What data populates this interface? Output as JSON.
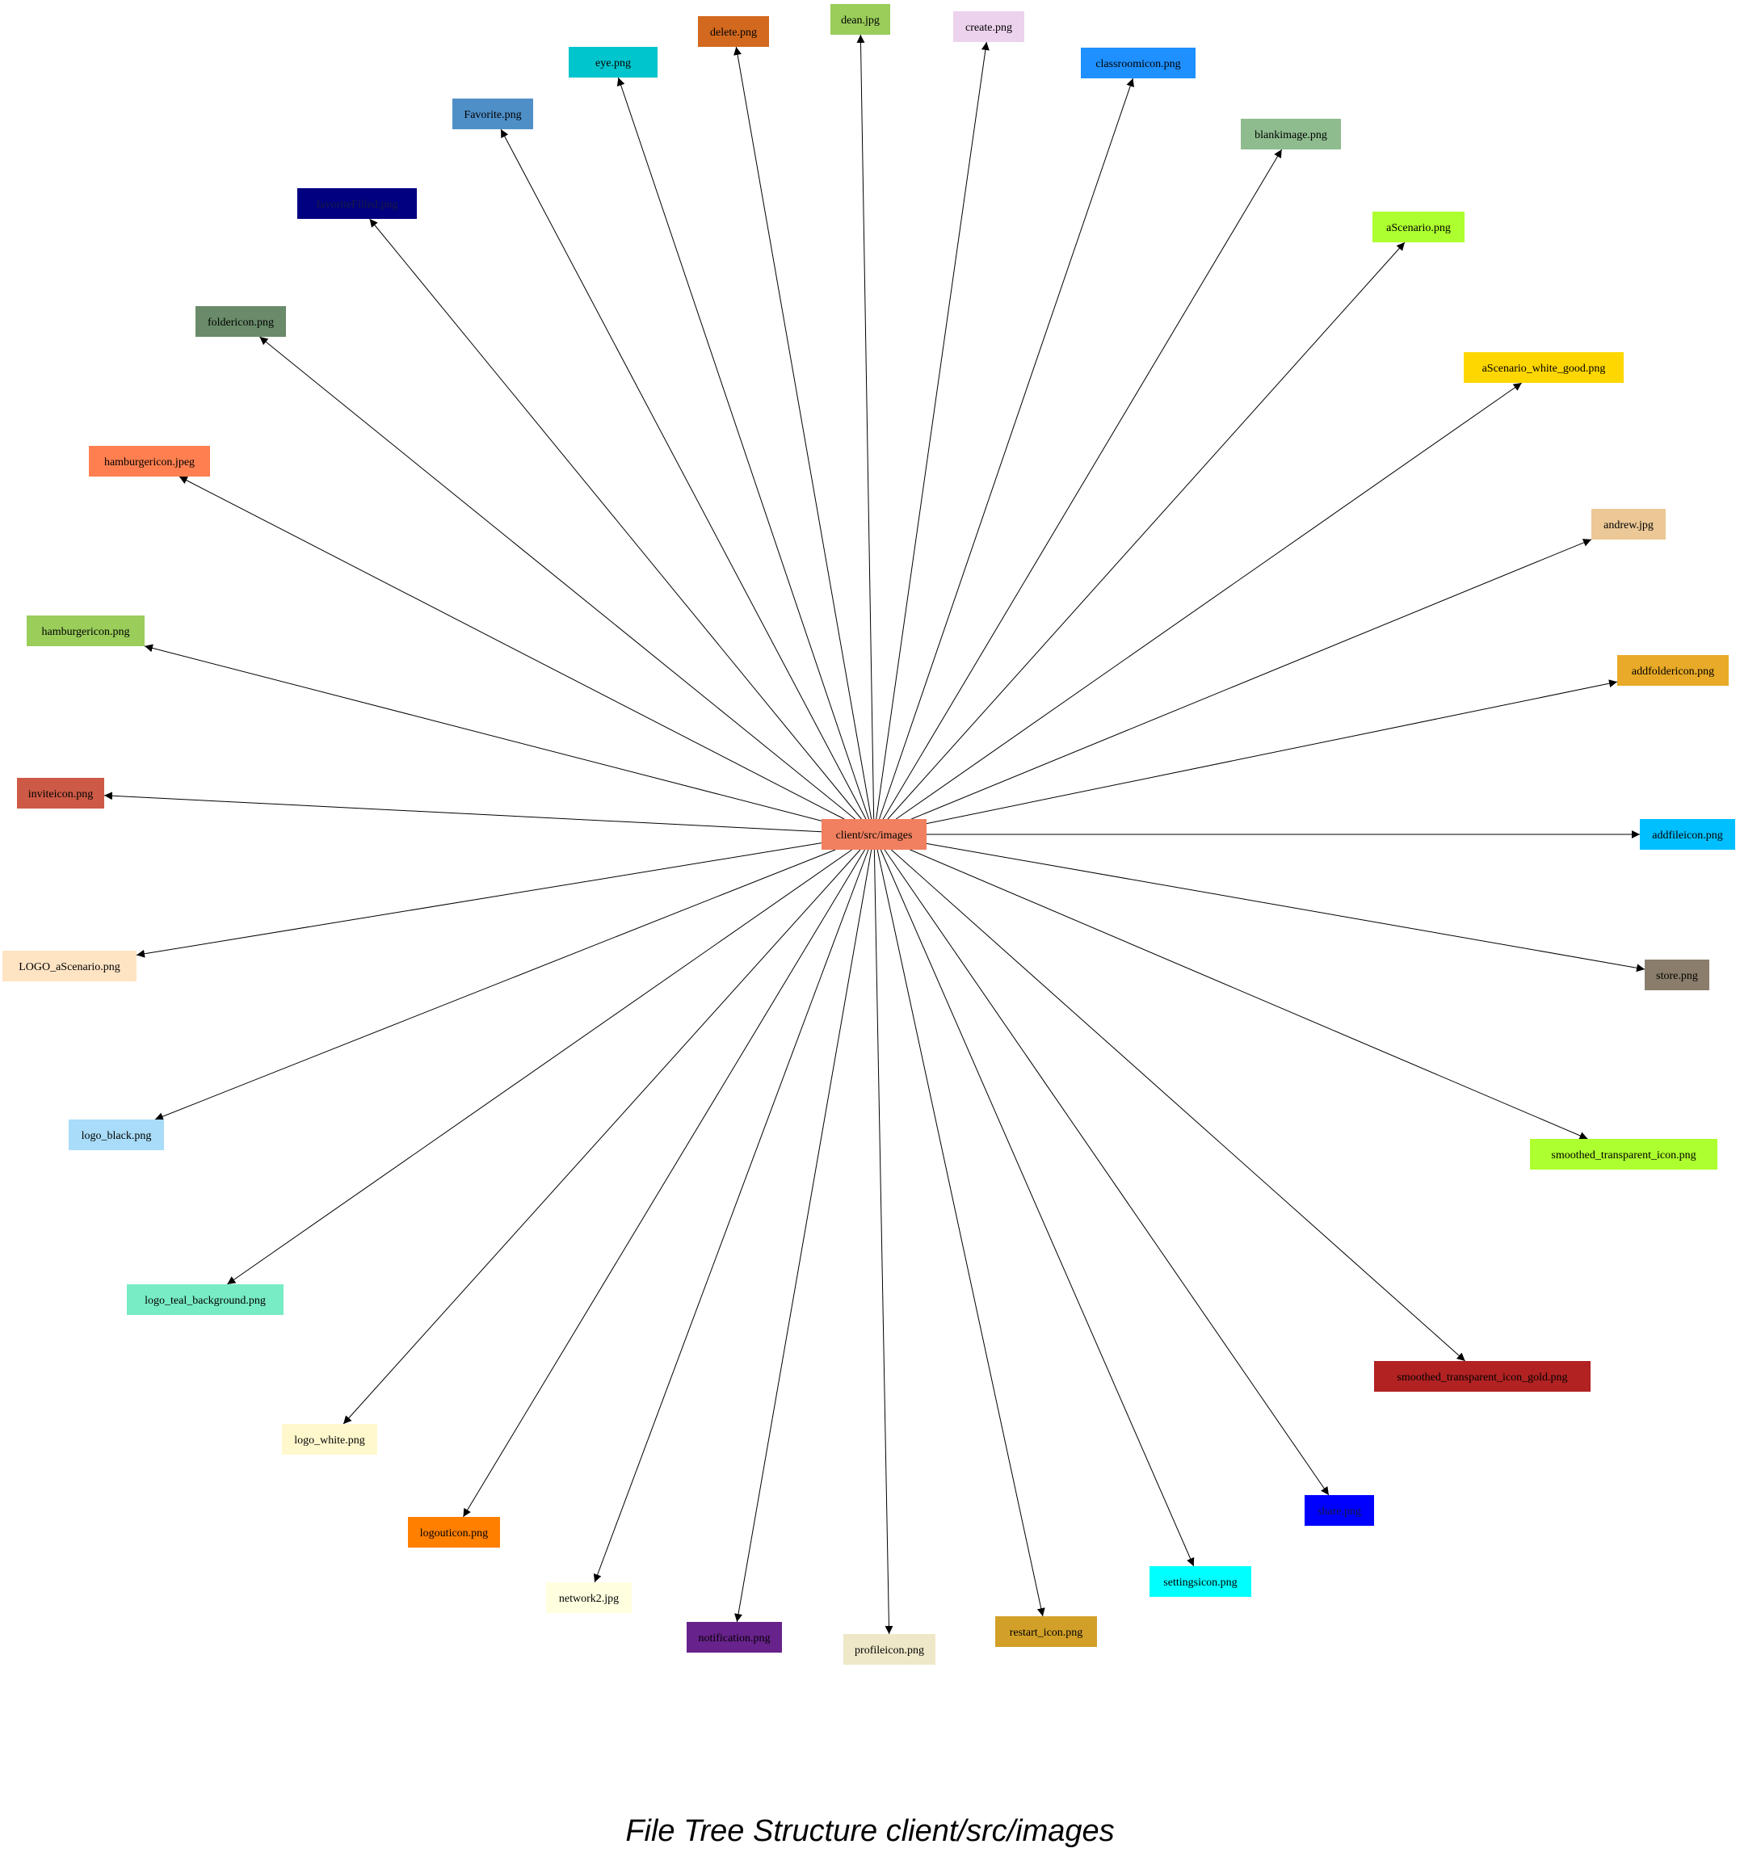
{
  "title": "File Tree Structure client/src/images",
  "root": {
    "label": "client/src/images",
    "color": "#f08060"
  },
  "files": [
    {
      "label": "delete.png",
      "color": "#d2691e"
    },
    {
      "label": "dean.jpg",
      "color": "#9acd5a"
    },
    {
      "label": "create.png",
      "color": "#ecd2ec"
    },
    {
      "label": "eye.png",
      "color": "#00c5cd"
    },
    {
      "label": "classroomicon.png",
      "color": "#1e90ff"
    },
    {
      "label": "Favorite.png",
      "color": "#4f8fc8"
    },
    {
      "label": "blankimage.png",
      "color": "#8fbc8f"
    },
    {
      "label": "favoriteFilled.png",
      "color": "#000080"
    },
    {
      "label": "aScenario.png",
      "color": "#adff2f"
    },
    {
      "label": "foldericon.png",
      "color": "#698b69"
    },
    {
      "label": "aScenario_white_good.png",
      "color": "#ffd700"
    },
    {
      "label": "hamburgericon.jpeg",
      "color": "#ff7f50"
    },
    {
      "label": "andrew.jpg",
      "color": "#ebc896"
    },
    {
      "label": "hamburgericon.png",
      "color": "#9acd5a"
    },
    {
      "label": "addfoldericon.png",
      "color": "#e8aa28"
    },
    {
      "label": "inviteicon.png",
      "color": "#cd5a46"
    },
    {
      "label": "addfileicon.png",
      "color": "#00bfff"
    },
    {
      "label": "LOGO_aScenario.png",
      "color": "#ffe4c4"
    },
    {
      "label": "store.png",
      "color": "#8b7d6b"
    },
    {
      "label": "logo_black.png",
      "color": "#a8dcf8"
    },
    {
      "label": "smoothed_transparent_icon.png",
      "color": "#adff2f"
    },
    {
      "label": "logo_teal_background.png",
      "color": "#78ecc4"
    },
    {
      "label": "smoothed_transparent_icon_gold.png",
      "color": "#b22222"
    },
    {
      "label": "logo_white.png",
      "color": "#fff8cd"
    },
    {
      "label": "share.png",
      "color": "#0000ff"
    },
    {
      "label": "logouticon.png",
      "color": "#ff7f00"
    },
    {
      "label": "settingsicon.png",
      "color": "#00ffff"
    },
    {
      "label": "network2.jpg",
      "color": "#ffffe0"
    },
    {
      "label": "restart_icon.png",
      "color": "#d2a028"
    },
    {
      "label": "notification.png",
      "color": "#68228b"
    },
    {
      "label": "profileicon.png",
      "color": "#eee8c8"
    }
  ]
}
